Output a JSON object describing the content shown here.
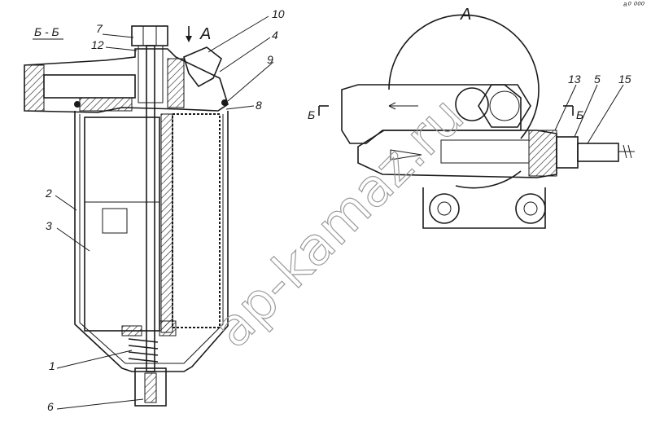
{
  "section_label": "Б - Б",
  "view_label": "А",
  "arrow_label": "А",
  "section_mark_left": "Б",
  "section_mark_right": "Б",
  "corner_mark": "ᵃ⁰ ⁰⁰⁰",
  "watermark": "ap-kamaz.ru",
  "callouts_left": [
    "7",
    "12",
    "10",
    "4",
    "9",
    "8",
    "2",
    "3",
    "1",
    "6"
  ],
  "callouts_right": [
    "13",
    "5",
    "15"
  ]
}
